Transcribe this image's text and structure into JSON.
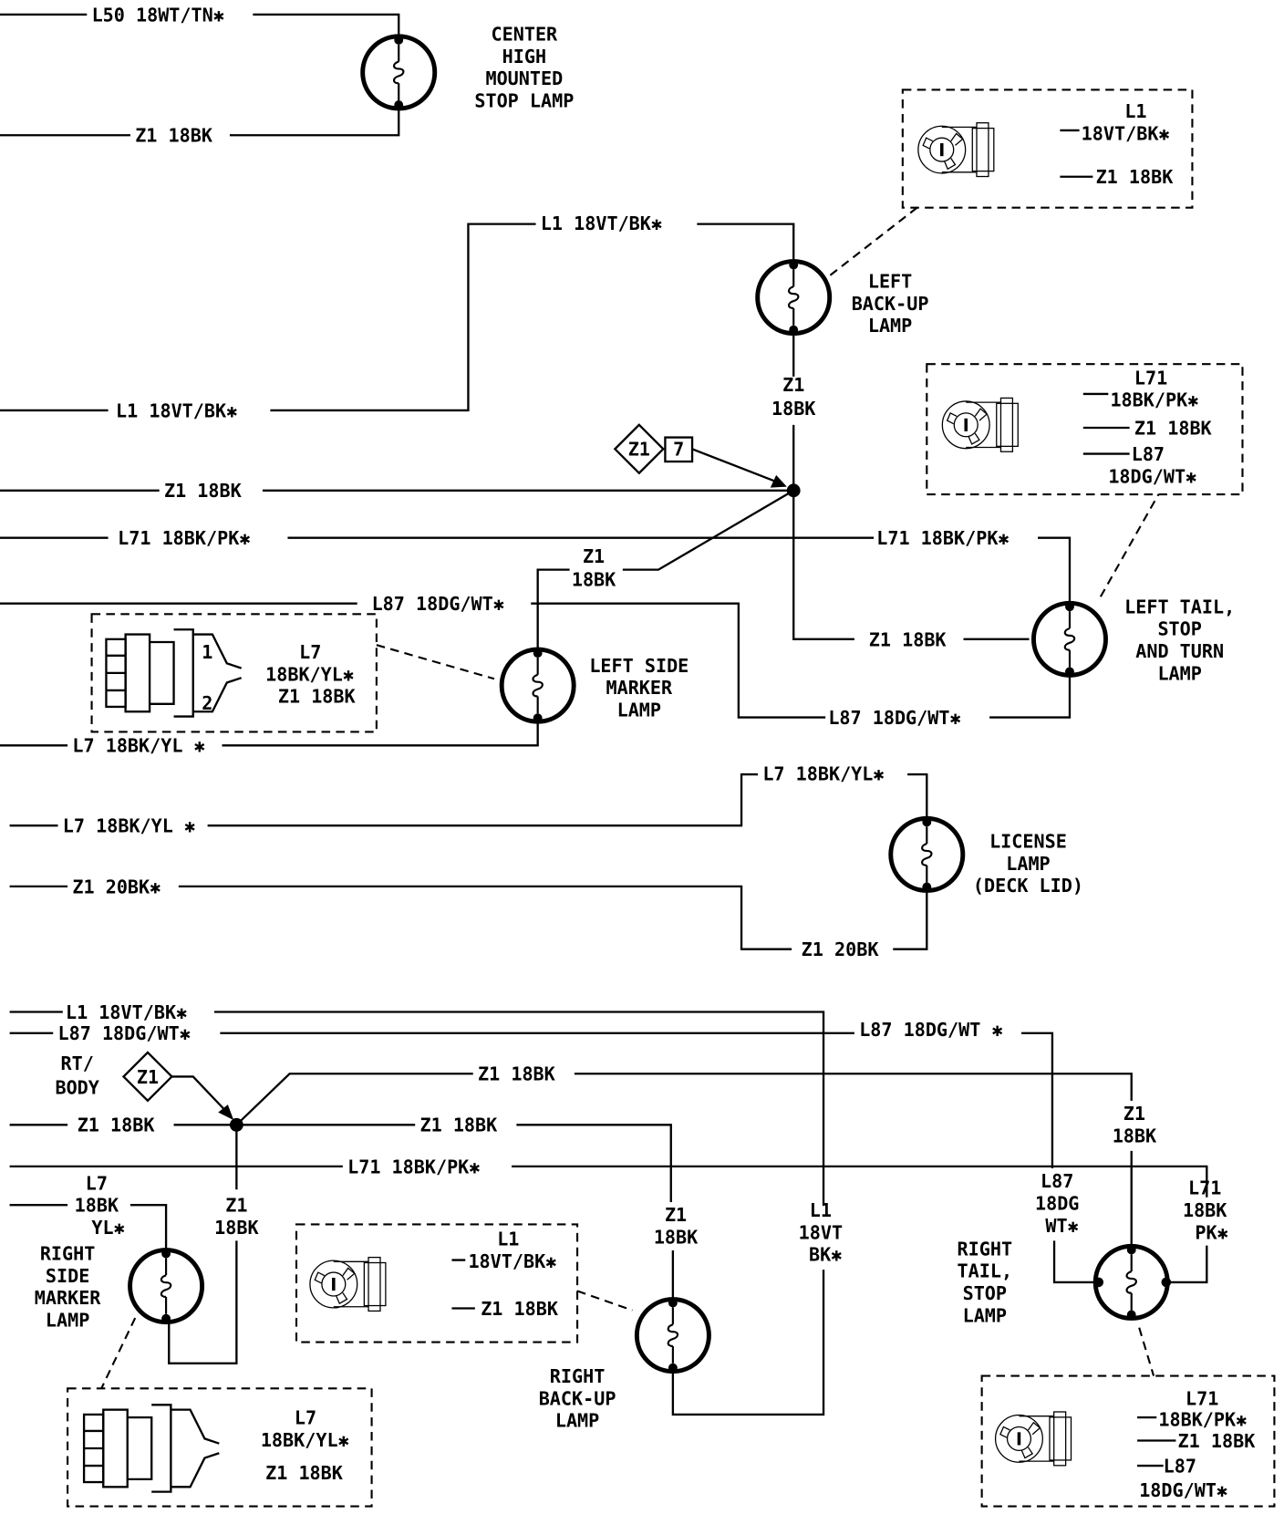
{
  "colors": {
    "ink": "#000000",
    "paper": "#ffffff"
  },
  "chmsl": {
    "wire_top": "L50 18WT/TN✱",
    "wire_bottom": "Z1 18BK",
    "name": [
      "CENTER",
      "HIGH",
      "MOUNTED",
      "STOP LAMP"
    ]
  },
  "box1": {
    "l1": "L1",
    "l2": "18VT/BK✱",
    "l3": "Z1 18BK"
  },
  "left_backup": {
    "wire_top": "L1 18VT/BK✱",
    "wire_left": "L1 18VT/BK✱",
    "name": [
      "LEFT",
      "BACK-UP",
      "LAMP"
    ],
    "ground": [
      "Z1",
      "18BK"
    ]
  },
  "splice": {
    "label": "Z1",
    "ref": "7"
  },
  "wires_mid": {
    "z1": "Z1 18BK",
    "l71_left": "L71 18BK/PK✱",
    "l71_right": "L71 18BK/PK✱",
    "l87_left": "L87 18DG/WT✱",
    "l87_right": "L87 18DG/WT✱",
    "z1_branch": [
      "Z1",
      "18BK"
    ],
    "z1_tail": "Z1 18BK",
    "l7_left": "L7 18BK/YL ✱"
  },
  "box2": {
    "l1": "L71",
    "l2": "18BK/PK✱",
    "l3": "Z1 18BK",
    "l4": "L87",
    "l5": "18DG/WT✱"
  },
  "left_tail": {
    "name": [
      "LEFT TAIL,",
      "STOP",
      "AND TURN",
      "LAMP"
    ]
  },
  "left_marker": {
    "name": [
      "LEFT SIDE",
      "MARKER",
      "LAMP"
    ]
  },
  "box3": {
    "pin1": "1",
    "pin2": "2",
    "l1": "L7",
    "l2": "18BK/YL✱",
    "l3": "Z1 18BK"
  },
  "license": {
    "wire_top": "L7 18BK/YL✱",
    "wire_left": "L7 18BK/YL ✱",
    "z1_left": "Z1 20BK✱",
    "z1_bottom": "Z1 20BK",
    "name": [
      "LICENSE",
      "LAMP",
      "(DECK LID)"
    ]
  },
  "bottom": {
    "l1": "L1 18VT/BK✱",
    "l87": "L87 18DG/WT✱",
    "l87_right": "L87 18DG/WT ✱",
    "rt_body": [
      "RT/",
      "BODY"
    ],
    "splice_label": "Z1",
    "z1_upper": "Z1 18BK",
    "z1_left": "Z1 18BK",
    "z1_mid": "Z1 18BK",
    "l71": "L71 18BK/PK✱",
    "z1_tail": [
      "Z1",
      "18BK"
    ],
    "z1_backup": [
      "Z1",
      "18BK"
    ],
    "z1_marker": [
      "Z1",
      "18BK"
    ],
    "l1_down": [
      "L1",
      "18VT",
      "BK✱"
    ],
    "l87_down": [
      "L87",
      "18DG",
      "WT✱"
    ],
    "l71_down": [
      "L71",
      "18BK",
      "PK✱"
    ],
    "l7_marker": [
      "L7",
      "18BK",
      "YL✱"
    ]
  },
  "right_marker": {
    "name": [
      "RIGHT",
      "SIDE",
      "MARKER",
      "LAMP"
    ]
  },
  "right_backup": {
    "name": [
      "RIGHT",
      "BACK-UP",
      "LAMP"
    ]
  },
  "right_tail": {
    "name": [
      "RIGHT",
      "TAIL,",
      "STOP",
      "LAMP"
    ]
  },
  "box4": {
    "l1": "L7",
    "l2": "18BK/YL✱",
    "l3": "Z1 18BK"
  },
  "box5": {
    "l1": "L1",
    "l2": "18VT/BK✱",
    "l3": "Z1 18BK"
  },
  "box6": {
    "l1": "L71",
    "l2": "18BK/PK✱",
    "l3": "Z1 18BK",
    "l4": "L87",
    "l5": "18DG/WT✱"
  }
}
